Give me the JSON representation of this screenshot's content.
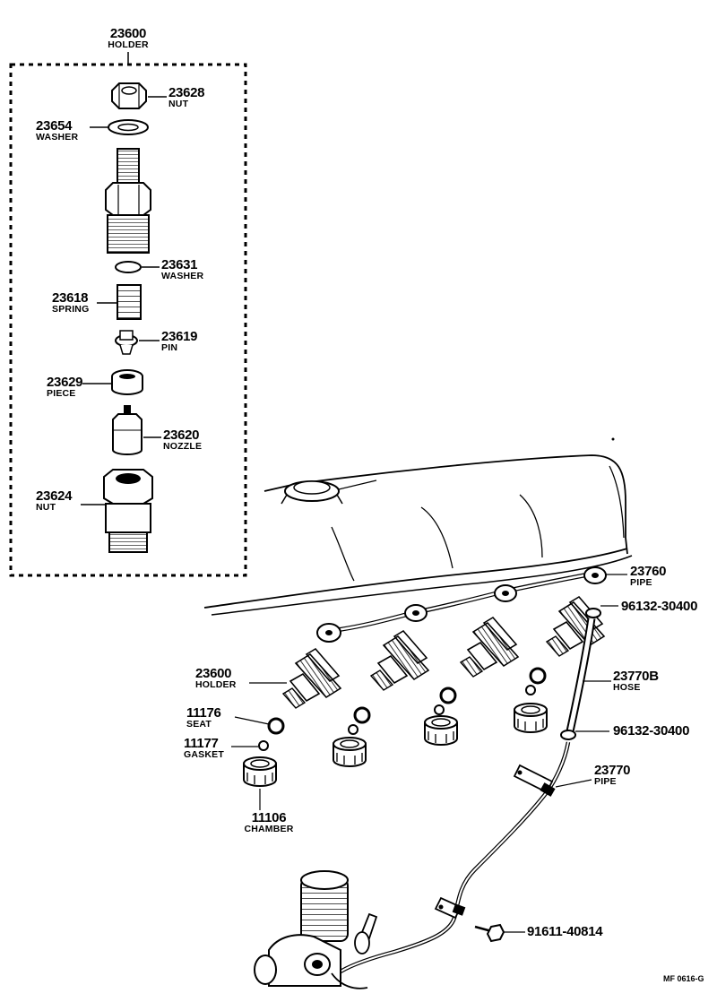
{
  "diagram": {
    "drawing_code": "MF 0616-G",
    "callouts": [
      {
        "id": "holder-group",
        "number": "23600",
        "name": "HOLDER"
      },
      {
        "id": "nut-top",
        "number": "23628",
        "name": "NUT"
      },
      {
        "id": "washer-top",
        "number": "23654",
        "name": "WASHER"
      },
      {
        "id": "washer-mid",
        "number": "23631",
        "name": "WASHER"
      },
      {
        "id": "spring",
        "number": "23618",
        "name": "SPRING"
      },
      {
        "id": "pin",
        "number": "23619",
        "name": "PIN"
      },
      {
        "id": "piece",
        "number": "23629",
        "name": "PIECE"
      },
      {
        "id": "nozzle",
        "number": "23620",
        "name": "NOZZLE"
      },
      {
        "id": "nut-bottom",
        "number": "23624",
        "name": "NUT"
      },
      {
        "id": "pipe-upper",
        "number": "23760",
        "name": "PIPE"
      },
      {
        "id": "clip-upper",
        "number": "96132-30400",
        "name": ""
      },
      {
        "id": "hose",
        "number": "23770B",
        "name": "HOSE"
      },
      {
        "id": "clip-lower",
        "number": "96132-30400",
        "name": ""
      },
      {
        "id": "pipe-lower",
        "number": "23770",
        "name": "PIPE"
      },
      {
        "id": "bolt",
        "number": "91611-40814",
        "name": ""
      },
      {
        "id": "holder-installed",
        "number": "23600",
        "name": "HOLDER"
      },
      {
        "id": "seat",
        "number": "11176",
        "name": "SEAT"
      },
      {
        "id": "gasket",
        "number": "11177",
        "name": "GASKET"
      },
      {
        "id": "chamber",
        "number": "11106",
        "name": "CHAMBER"
      }
    ]
  }
}
